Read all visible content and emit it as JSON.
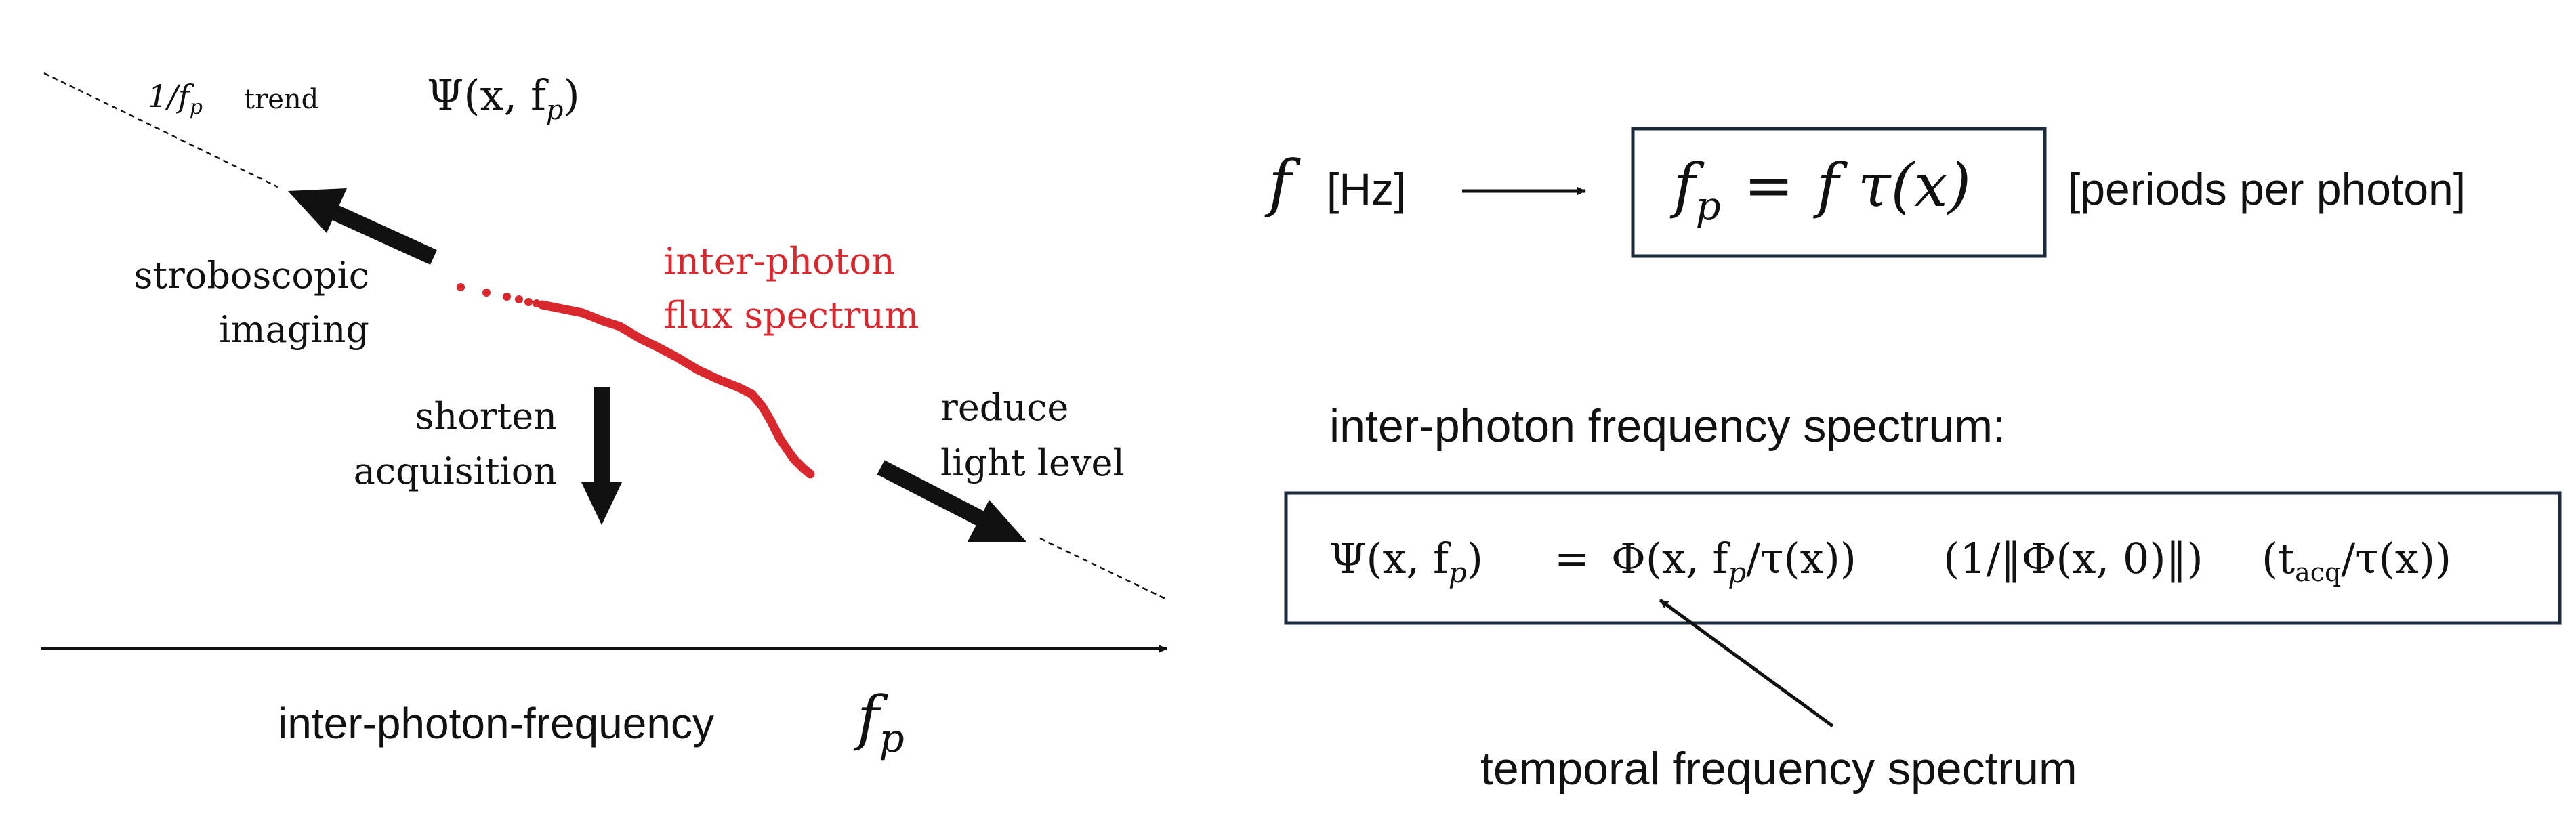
{
  "left_diagram": {
    "trend_label": "1/f",
    "trend_label_sub": "p",
    "trend_word": "trend",
    "psi_label": "Ψ(x, f",
    "psi_label_sub": "p",
    "psi_label_close": ")",
    "stroboscopic_line1": "stroboscopic",
    "stroboscopic_line2": "imaging",
    "shorten_line1": "shorten",
    "shorten_line2": "acquisition",
    "reduce_line1": "reduce",
    "reduce_line2": "light level",
    "spectrum_line1": "inter-photon",
    "spectrum_line2": "flux spectrum",
    "axis_label": "inter-photon-frequency",
    "axis_symbol": "f",
    "axis_symbol_sub": "p"
  },
  "right_panel": {
    "f_symbol": "f",
    "hz_label": "[Hz]",
    "fp_lhs": "f",
    "fp_lhs_sub": "p",
    "fp_eq": "=",
    "fp_rhs": "f τ(x)",
    "periods_label": "[periods per photon]",
    "spectrum_heading": "inter-photon frequency spectrum:",
    "eq_part1": "Ψ(x, f",
    "eq_part1_sub": "p",
    "eq_part1_close": ")",
    "eq_eq": "=",
    "eq_part2": "Φ(x, f",
    "eq_part2_sub": "p",
    "eq_part2_close": "/τ(x))",
    "eq_part3": "(1/‖Φ(x, 0)‖)",
    "eq_part4_open": "(t",
    "eq_part4_sub": "acq",
    "eq_part4_close": "/τ(x))",
    "temporal_label": "temporal frequency spectrum"
  },
  "colors": {
    "ink": "#111111",
    "spectrum": "#d9272e",
    "box_border": "#1c2b3a"
  }
}
